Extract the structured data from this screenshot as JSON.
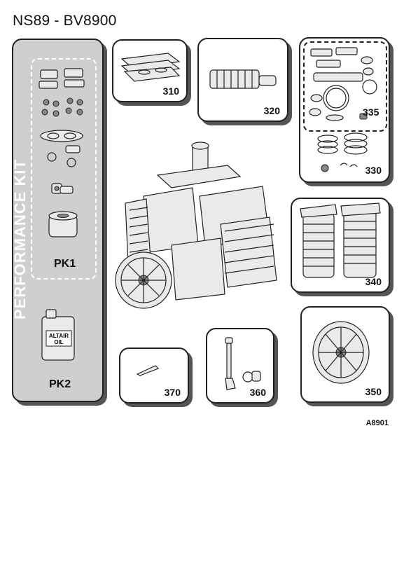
{
  "header": {
    "title": "NS89 - BV8900"
  },
  "performance_kit": {
    "vertical_label": "PERFORMANCE  KIT",
    "pk1_label": "PK1",
    "pk2_label": "PK2",
    "oil_label_line1": "ALTAIR",
    "oil_label_line2": "OIL"
  },
  "parts": [
    {
      "number": "310",
      "depicts": "head-gaskets-and-valve-plates"
    },
    {
      "number": "320",
      "depicts": "intercooler-manifold"
    },
    {
      "number": "335",
      "depicts": "gasket-set"
    },
    {
      "number": "330",
      "depicts": "piston-rings-and-pins"
    },
    {
      "number": "340",
      "depicts": "cooling-fin-tubes"
    },
    {
      "number": "370",
      "depicts": "pin"
    },
    {
      "number": "360",
      "depicts": "breather-and-plug"
    },
    {
      "number": "350",
      "depicts": "flywheel-pulley"
    }
  ],
  "footer": {
    "drawing_ref": "A8901"
  }
}
